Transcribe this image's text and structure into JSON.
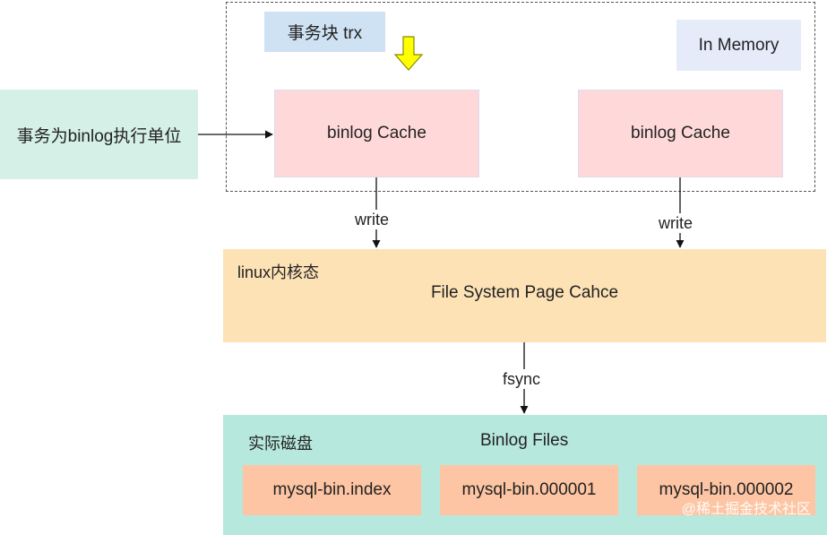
{
  "memory": {
    "trx_label": "事务块 trx",
    "in_memory_label": "In Memory",
    "caches": [
      "binlog Cache",
      "binlog Cache"
    ]
  },
  "unit_label": "事务为binlog执行单位",
  "edges": {
    "write_1": "write",
    "write_2": "write",
    "fsync": "fsync"
  },
  "kernel": {
    "label": "linux内核态",
    "page_cache": "File System Page Cahce"
  },
  "disk": {
    "label": "实际磁盘",
    "title": "Binlog Files",
    "files": [
      "mysql-bin.index",
      "mysql-bin.000001",
      "mysql-bin.000002"
    ]
  },
  "watermark": "@稀土掘金技术社区",
  "colors": {
    "trx": "#cfe2f3",
    "in_memory": "#e6ebfa",
    "unit": "#d5f0e7",
    "cache": "#ffd9d9",
    "kernel": "#fde2b6",
    "disk": "#b7e8dd",
    "file": "#fdc5a3",
    "arrow_highlight": "#ffff00"
  }
}
